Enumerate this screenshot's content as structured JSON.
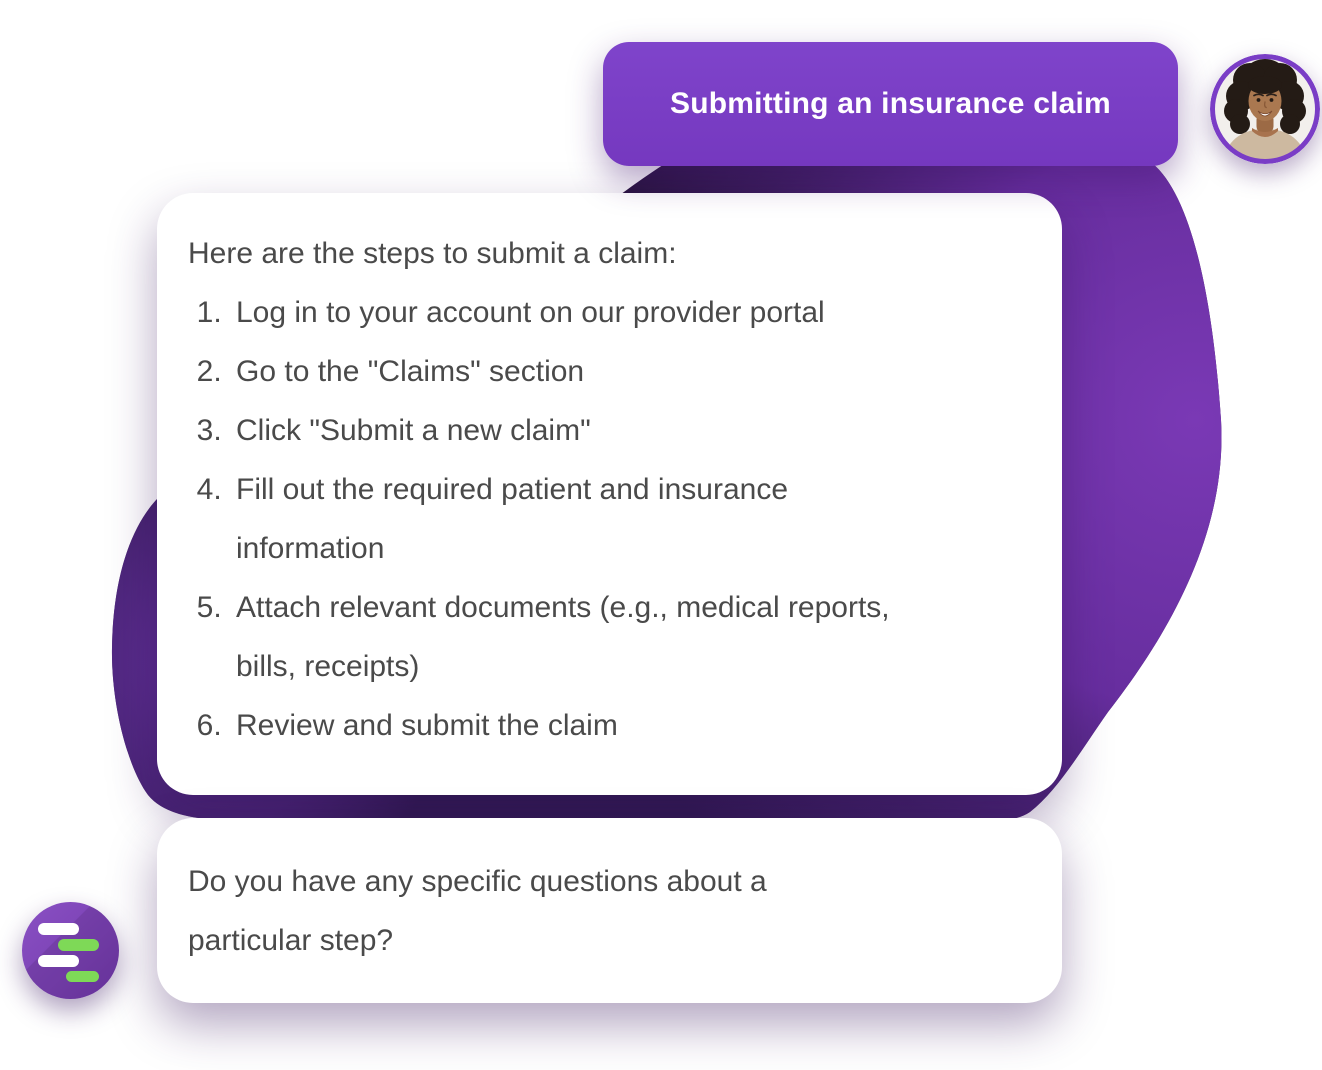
{
  "conversation": {
    "user_message": {
      "text": "Submitting an insurance claim"
    },
    "bot_steps_message": {
      "intro": "Here are the steps to submit a claim:",
      "steps": [
        "Log in to your account on our provider portal",
        "Go to the \"Claims\" section",
        "Click \"Submit a new claim\"",
        "Fill out the required patient and insurance information",
        "Attach relevant documents (e.g., medical reports, bills, receipts)",
        "Review and submit the claim"
      ]
    },
    "bot_followup_message": {
      "text": "Do you have any specific questions about a particular step?"
    }
  },
  "icons": {
    "user_avatar": "woman-portrait-photo",
    "bot_avatar": "chat-lines-logo"
  },
  "colors": {
    "bubble_purple": "#7a3dc6",
    "blob_bright_purple": "#7a39b5",
    "blob_dark_purple": "#2a1545",
    "card_background": "#ffffff",
    "body_text_gray": "#4a4a4a",
    "bot_logo_green": "#7ed957",
    "bot_logo_purple": "#7c42b0"
  }
}
